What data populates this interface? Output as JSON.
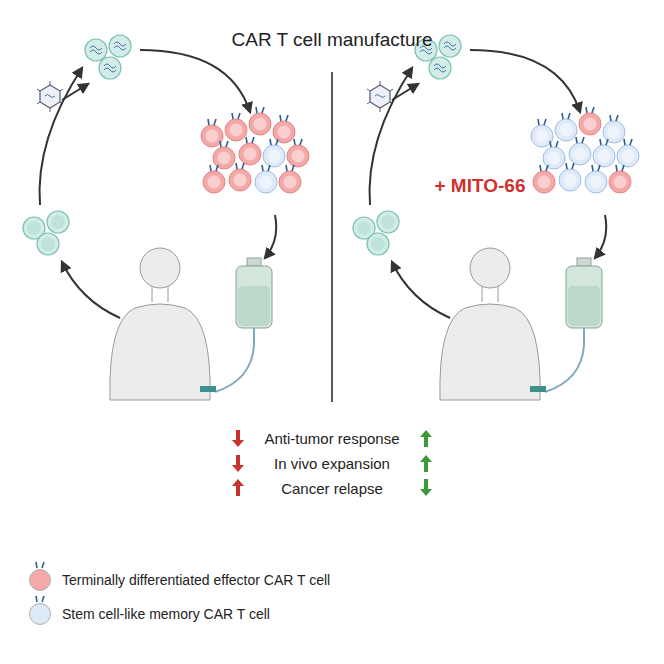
{
  "diagram": {
    "title": "CAR T cell manufacture",
    "labels": [
      "+ MITO-66",
      "Anti-tumor response",
      "In vivo expansion",
      "Cancer relapse"
    ],
    "legend": [
      {
        "text": "Terminally differentiated effector CAR T cell",
        "color": "#f4a9a8"
      },
      {
        "text": "Stem cell-like memory CAR T cell",
        "color": "#dfeaf8"
      }
    ]
  }
}
